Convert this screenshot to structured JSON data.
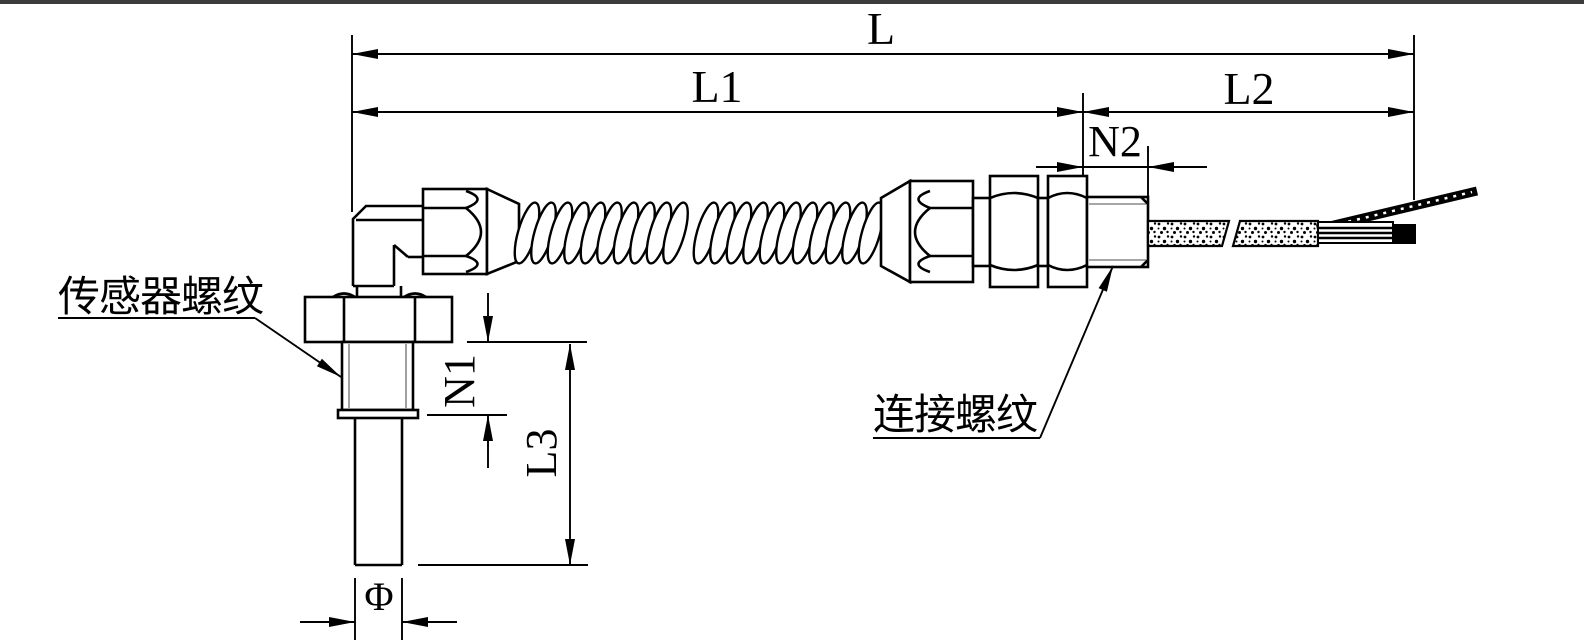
{
  "dimensions": {
    "L": "L",
    "L1": "L1",
    "L2": "L2",
    "N2": "N2",
    "N1": "N1",
    "L3": "L3",
    "phi": "Φ"
  },
  "annotations": {
    "sensor_thread": "传感器螺纹",
    "connection_thread": "连接螺纹"
  },
  "colors": {
    "line": "#000000",
    "background": "#ffffff",
    "top_bar": "#3b3b3b"
  }
}
